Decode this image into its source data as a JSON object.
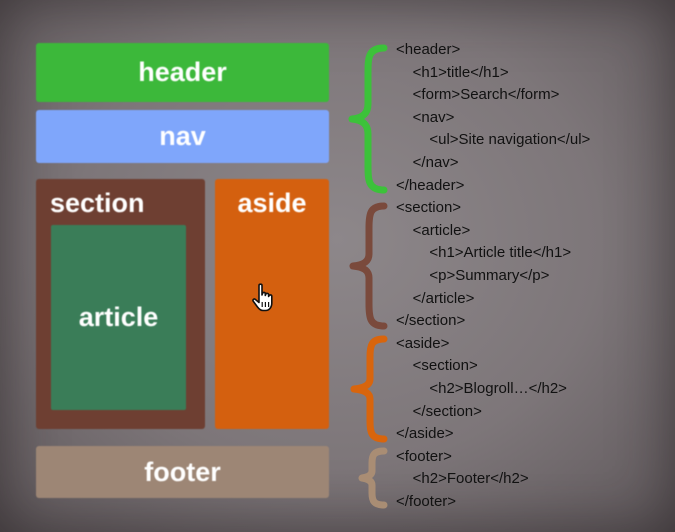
{
  "colors": {
    "header": "#3cb83a",
    "nav": "#7fa6fb",
    "section": "#6e3f32",
    "article": "#3a7d58",
    "aside": "#d4600f",
    "footer": "#9d8675",
    "brace_header": "#3cc23a",
    "brace_section": "#7a4a3c",
    "brace_aside": "#d8650d",
    "brace_footer": "#a98d74"
  },
  "layout_blocks": {
    "header": "header",
    "nav": "nav",
    "section": "section",
    "article": "article",
    "aside": "aside",
    "footer": "footer"
  },
  "code_lines": [
    "<header>",
    "    <h1>title</h1>",
    "    <form>Search</form>",
    "    <nav>",
    "        <ul>Site navigation</ul>",
    "    </nav>",
    "</header>",
    "<section>",
    "    <article>",
    "        <h1>Article title</h1>",
    "        <p>Summary</p>",
    "    </article>",
    "</section>",
    "<aside>",
    "    <section>",
    "        <h2>Blogroll…</h2>",
    "    </section>",
    "</aside>",
    "<footer>",
    "    <h2>Footer</h2>",
    "</footer>"
  ],
  "icons": {
    "cursor": "hand-pointer-icon"
  }
}
